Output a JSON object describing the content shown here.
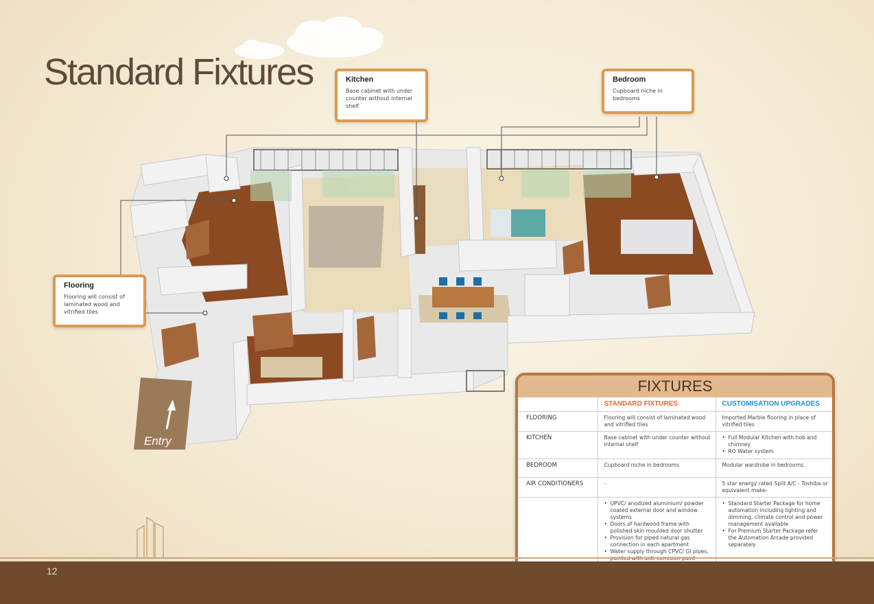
{
  "page": {
    "title": "Standard Fixtures",
    "page_number": "12",
    "accent_color": "#dc9a4e",
    "footer_color": "#6f4a2c"
  },
  "callouts": {
    "kitchen": {
      "title": "Kitchen",
      "text": "Base cabinet with under counter without internal shelf"
    },
    "bedroom": {
      "title": "Bedroom",
      "text": "Cupboard niche in bedrooms"
    },
    "flooring": {
      "title": "Flooring",
      "text": "Flooring will consist of laminated wood and vitrified tiles"
    }
  },
  "floor_plan": {
    "entry_label": "Entry"
  },
  "fixtures": {
    "title": "FIXTURES",
    "headers": {
      "standard": "STANDARD FIXTURES",
      "custom": "CUSTOMISATION UPGRADES"
    },
    "rows": [
      {
        "label": "FLOORING",
        "standard": [
          "Flooring will consist of laminated wood and vitrified tiles"
        ],
        "custom": [
          "Imported Marble flooring in place of vitrified tiles"
        ],
        "std_bullets": false,
        "cust_bullets": false
      },
      {
        "label": "KITCHEN",
        "standard": [
          "Base cabinet with under counter without internal shelf"
        ],
        "custom": [
          "Full Modular Kitchen with hob and chimney",
          "RO Water system"
        ],
        "std_bullets": false,
        "cust_bullets": true
      },
      {
        "label": "BEDROOM",
        "standard": [
          "Cupboard niche in bedrooms"
        ],
        "custom": [
          "Modular wardrobe in bedrooms."
        ],
        "std_bullets": false,
        "cust_bullets": false
      },
      {
        "label": "AIR CONDITIONERS",
        "standard": [
          "-"
        ],
        "custom": [
          "5 star energy rated Split A/C - Toshiba or equivalent make-"
        ],
        "std_bullets": false,
        "cust_bullets": false
      },
      {
        "label": "",
        "standard": [
          "UPVC/ anodized aluminium/ powder coated external door and window systems",
          "Doors of hardwood frame with polished skin moulded door shutter",
          "Provision for piped natural gas connection in each apartment",
          "Water supply through CPVC/ GI pipes, painted with anti-corrosion paint"
        ],
        "custom": [
          "Standard Starter Package for home automation including lighting  and dimming, climate control and power management available",
          "For Premium Starter Package refer the Automation Arcade provided separately"
        ],
        "std_bullets": true,
        "cust_bullets": true
      }
    ]
  }
}
